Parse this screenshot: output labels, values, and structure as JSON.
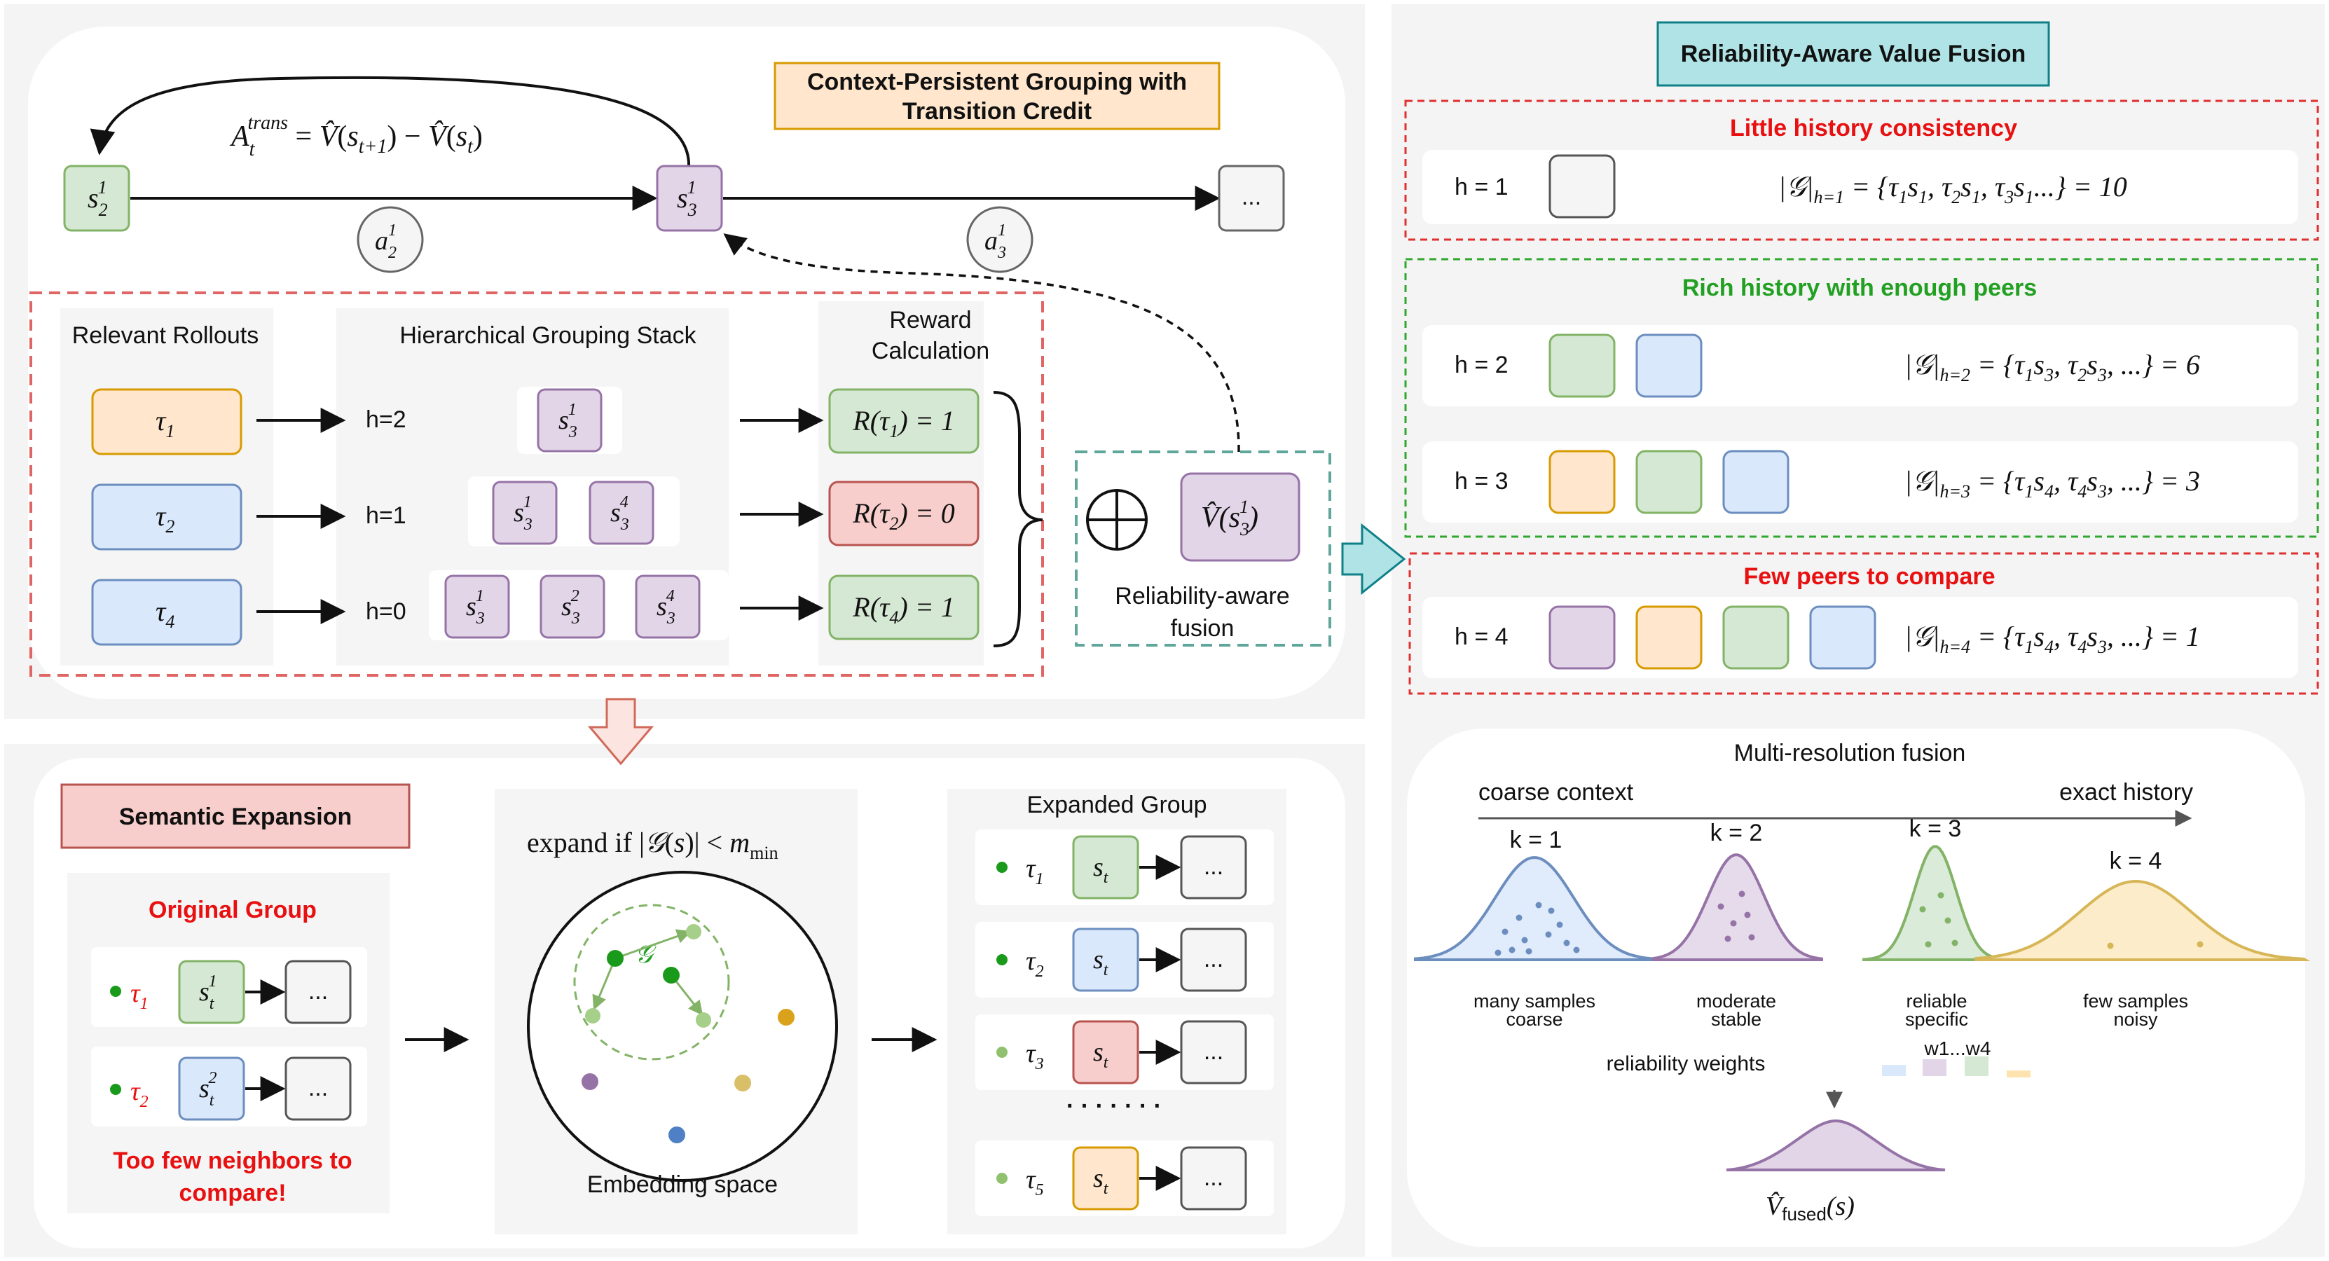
{
  "panels": {
    "grouping": {
      "title": "Context-Persistent Grouping with Transition Credit",
      "title_lines": [
        "Context-Persistent Grouping with",
        "Transition Credit"
      ],
      "advantage_formula": "A_t^{trans} = V̂(s_{t+1}) − V̂(s_t)",
      "chain_states": [
        "s_2^1",
        "s_3^1",
        "..."
      ],
      "chain_actions": [
        "a_2^1",
        "a_3^1"
      ],
      "relevant_rollouts_title": "Relevant Rollouts",
      "rollouts": [
        "τ1",
        "τ2",
        "τ4"
      ],
      "stack_title": "Hierarchical Grouping Stack",
      "stack_levels": [
        {
          "label": "h=2",
          "states": [
            "s_3^1"
          ]
        },
        {
          "label": "h=1",
          "states": [
            "s_3^1",
            "s_3^4"
          ]
        },
        {
          "label": "h=0",
          "states": [
            "s_3^1",
            "s_3^2",
            "s_3^4"
          ]
        }
      ],
      "reward_title_lines": [
        "Reward",
        "Calculation"
      ],
      "rewards": [
        "R(τ1) = 1",
        "R(τ2) = 0",
        "R(τ4) = 1"
      ],
      "fusion_value": "V̂(s_3^1)",
      "fusion_label_lines": [
        "Reliability-aware",
        "fusion"
      ]
    },
    "semantic": {
      "title": "Semantic Expansion",
      "original_group_title": "Original Group",
      "original_rows": [
        {
          "rollout": "τ1",
          "state": "s_t^1",
          "next": "..."
        },
        {
          "rollout": "τ2",
          "state": "s_t^2",
          "next": "..."
        }
      ],
      "warning_lines": [
        "Too few neighbors to",
        "compare!"
      ],
      "expand_condition": "expand if |G(s)| < m_min",
      "group_symbol": "G",
      "embedding_label": "Embedding space",
      "expanded_title": "Expanded Group",
      "expanded_rows": [
        {
          "rollout": "τ1",
          "state": "s_t",
          "next": "..."
        },
        {
          "rollout": "τ2",
          "state": "s_t",
          "next": "..."
        },
        {
          "rollout": "τ3",
          "state": "s_t",
          "next": "..."
        },
        {
          "rollout": "τ5",
          "state": "s_t",
          "next": "..."
        }
      ],
      "ellipsis": "· · · · · · ·"
    },
    "fusion": {
      "title": "Reliability-Aware Value Fusion",
      "sections": [
        {
          "title": "Little history consistency",
          "rows": [
            {
              "h": "h = 1",
              "formula": "|G|_{h=1} = {τ1s1, τ2s1, τ3s1...} = 10"
            }
          ]
        },
        {
          "title": "Rich history with enough peers",
          "rows": [
            {
              "h": "h = 2",
              "formula": "|G|_{h=2} = {τ1s3, τ2s3, ...} = 6"
            },
            {
              "h": "h = 3",
              "formula": "|G|_{h=3} = {τ1s4, τ4s3, ...} = 3"
            }
          ]
        },
        {
          "title": "Few peers to compare",
          "rows": [
            {
              "h": "h = 4",
              "formula": "|G|_{h=4} = {τ1s4, τ4s3, ...} = 1"
            }
          ]
        }
      ],
      "multi_title": "Multi-resolution fusion",
      "axis_left": "coarse context",
      "axis_right": "exact history",
      "curves": [
        {
          "k": "k = 1",
          "caption": [
            "many samples",
            "coarse"
          ]
        },
        {
          "k": "k = 2",
          "caption": [
            "moderate",
            "stable"
          ]
        },
        {
          "k": "k = 3",
          "caption": [
            "reliable",
            "specific"
          ]
        },
        {
          "k": "k = 4",
          "caption": [
            "few samples",
            "noisy"
          ]
        }
      ],
      "weights_label": "reliability weights",
      "weights_legend": "w1...w4",
      "fused_label": "V̂fused(s)"
    }
  },
  "colors": {
    "orange_fill": "#fde6c8",
    "orange_stroke": "#d99a2b",
    "blue_fill": "#dae8fc",
    "blue_stroke": "#6c8ebf",
    "green_fill": "#d5e8d4",
    "green_stroke": "#82b366",
    "purple_fill": "#e1d5e7",
    "purple_stroke": "#9673a6",
    "red_fill": "#f8cecc",
    "red_stroke": "#b85450",
    "red_text": "#e81010",
    "green_text": "#22a022",
    "title_cyan": "#b0e3e6",
    "teal_dash": "#5fa79a"
  }
}
